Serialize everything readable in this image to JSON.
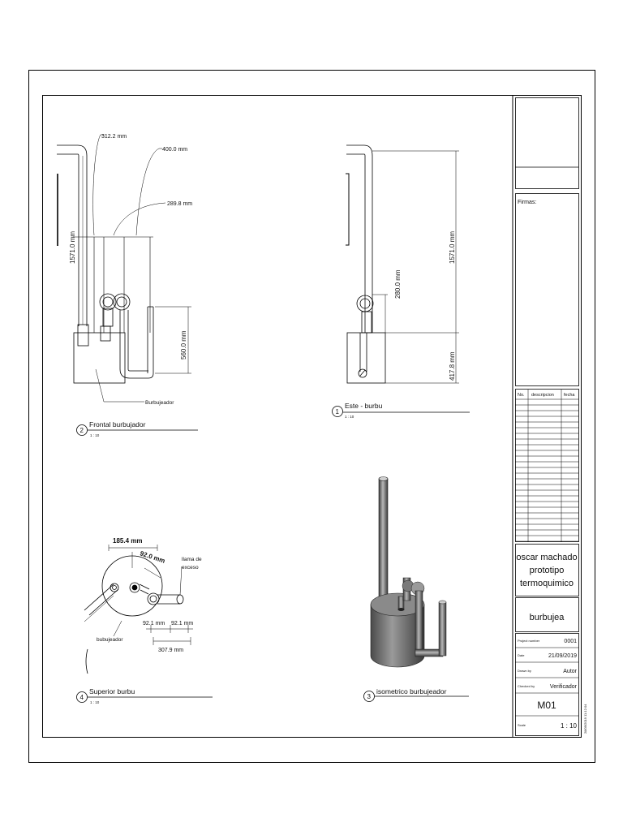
{
  "views": {
    "frontal": {
      "number": "2",
      "title": "Frontal burbujador",
      "scale": "1 : 10",
      "dims": {
        "d1": "312.2 mm",
        "d2": "400.0 mm",
        "d3": "289.8 mm",
        "d4": "1571.0 mm",
        "d5": "560.0 mm"
      },
      "label_burbujeador": "Burbujeador"
    },
    "este": {
      "number": "1",
      "title": "Este - burbu",
      "scale": "1 : 10",
      "dims": {
        "d1": "1571.0 mm",
        "d2": "280.0 mm",
        "d3": "417.8 mm"
      }
    },
    "superior": {
      "number": "4",
      "title": "Superior burbu",
      "scale": "1 : 10",
      "dims": {
        "d1": "185.4 mm",
        "d2": "92.0 mm",
        "d3": "92.1 mm",
        "d4": "92.1 mm",
        "d5": "307.9 mm"
      },
      "label_llama_1": "llama de",
      "label_llama_2": "exceso",
      "label_burbujeador": "bubujeador"
    },
    "isometrico": {
      "number": "3",
      "title": "isometrico burbujeador"
    }
  },
  "title_block": {
    "firmas_label": "Firmas:",
    "revision_headers": [
      "No.",
      "descripcion",
      "fecha"
    ],
    "project_line1": "oscar machado",
    "project_line2": "prototipo",
    "project_line3": "termoquimico",
    "sheet_name": "burbujea",
    "rows": [
      {
        "label": "Project number",
        "value": "0001"
      },
      {
        "label": "Date",
        "value": "21/09/2019"
      },
      {
        "label": "Drawn by",
        "value": "Autor"
      },
      {
        "label": "Checked by",
        "value": "Verificador"
      }
    ],
    "sheet_number": "M01",
    "scale_label": "Scale",
    "scale_value": "1 : 10",
    "side_timestamp": "28/09/2019 11:12:04"
  }
}
